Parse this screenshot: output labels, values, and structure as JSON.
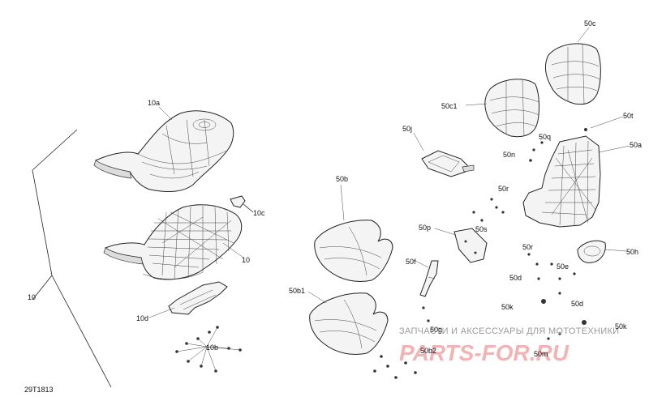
{
  "diagram_code": "29T1813",
  "watermark": {
    "line1": "ЗАПЧАСТИ И АКСЕССУАРЫ ДЛЯ МОТОТЕХНИКИ",
    "line2": "PARTS-FOR.RU"
  },
  "callouts": [
    {
      "id": "10a",
      "text": "10a"
    },
    {
      "id": "10c",
      "text": "10c"
    },
    {
      "id": "10",
      "text": "10"
    },
    {
      "id": "10-left",
      "text": "10"
    },
    {
      "id": "10d",
      "text": "10d"
    },
    {
      "id": "10b",
      "text": "10b"
    },
    {
      "id": "50c",
      "text": "50c"
    },
    {
      "id": "50c1",
      "text": "50c1"
    },
    {
      "id": "50t",
      "text": "50t"
    },
    {
      "id": "50j",
      "text": "50j"
    },
    {
      "id": "50q",
      "text": "50q"
    },
    {
      "id": "50a",
      "text": "50a"
    },
    {
      "id": "50n",
      "text": "50n"
    },
    {
      "id": "50b",
      "text": "50b"
    },
    {
      "id": "50r-1",
      "text": "50r"
    },
    {
      "id": "50p",
      "text": "50p"
    },
    {
      "id": "50s",
      "text": "50s"
    },
    {
      "id": "50r-2",
      "text": "50r"
    },
    {
      "id": "50h",
      "text": "50h"
    },
    {
      "id": "50f",
      "text": "50f"
    },
    {
      "id": "50d-1",
      "text": "50d"
    },
    {
      "id": "50e",
      "text": "50e"
    },
    {
      "id": "50b1",
      "text": "50b1"
    },
    {
      "id": "50k-1",
      "text": "50k"
    },
    {
      "id": "50d-2",
      "text": "50d"
    },
    {
      "id": "50g",
      "text": "50g"
    },
    {
      "id": "50k-2",
      "text": "50k"
    },
    {
      "id": "50b2",
      "text": "50b2"
    },
    {
      "id": "50m",
      "text": "50m"
    }
  ]
}
